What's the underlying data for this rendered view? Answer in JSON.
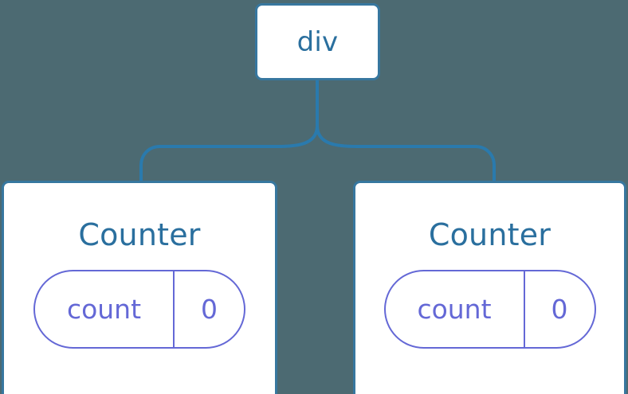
{
  "diagram": {
    "type": "component-tree",
    "background_color": "#4c6a72",
    "node_border_color": "#37779f",
    "node_title_color": "#2a6f9e",
    "state_color": "#6468d6",
    "connector_color": "#2a7aad",
    "root": {
      "label": "div"
    },
    "children": [
      {
        "label": "Counter",
        "state": {
          "key": "count",
          "value": "0"
        }
      },
      {
        "label": "Counter",
        "state": {
          "key": "count",
          "value": "0"
        }
      }
    ]
  }
}
